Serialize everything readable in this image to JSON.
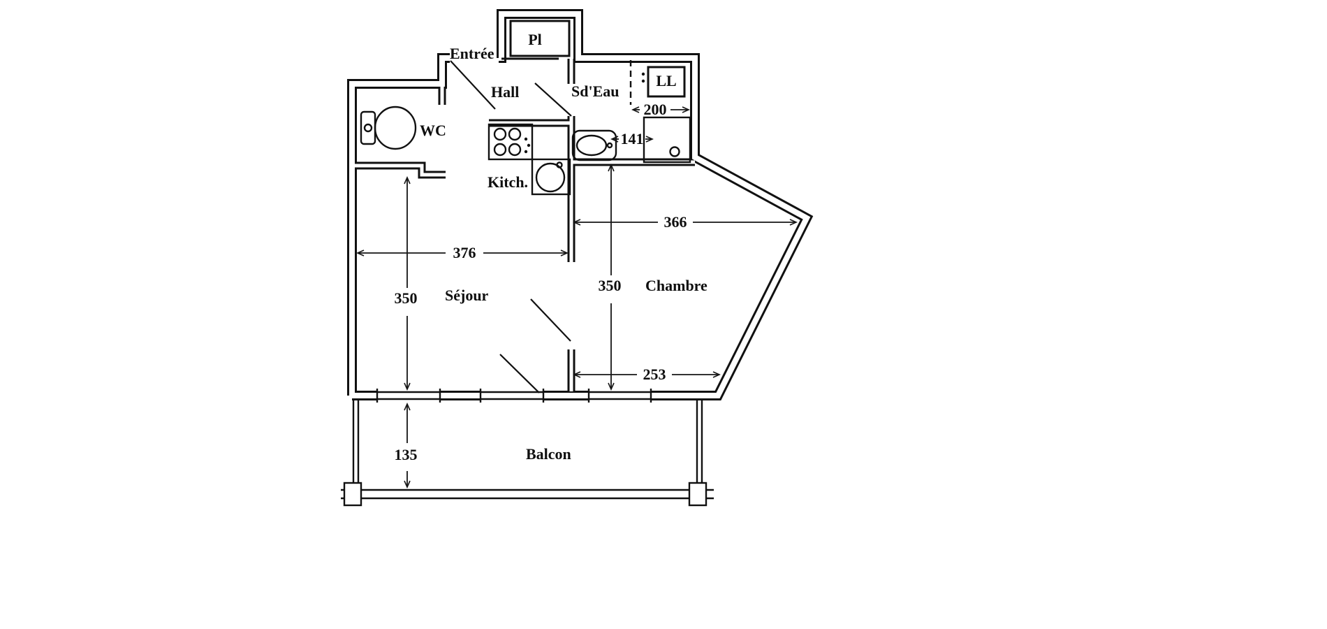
{
  "plan": {
    "rooms": {
      "entree": "Entrée",
      "pl": "Pl",
      "hall": "Hall",
      "sdeau": "Sd'Eau",
      "wc": "WC",
      "kitchen": "Kitch.",
      "sejour": "Séjour",
      "chambre": "Chambre",
      "balcon": "Balcon"
    },
    "washer_label": "LL",
    "dims": {
      "d200": "200",
      "d141": "141",
      "d366": "366",
      "d376": "376",
      "d350_left": "350",
      "d350_right": "350",
      "d253": "253",
      "d135": "135"
    },
    "colors": {
      "line": "#111111",
      "dimension": "#151515",
      "background": "#ffffff"
    }
  }
}
